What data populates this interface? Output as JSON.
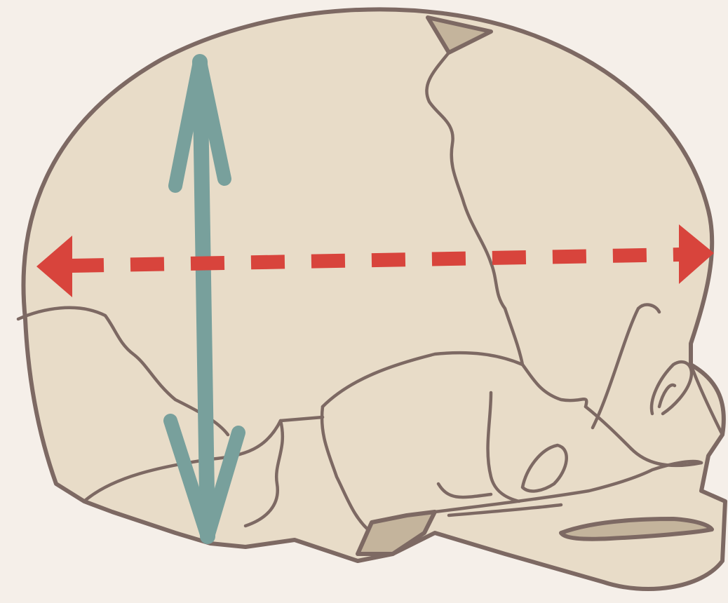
{
  "colors": {
    "background": "#f5efe9",
    "bone_fill": "#e8dcc8",
    "bone_outline": "#7d6963",
    "fontanelle": "#c4b49c",
    "vertical_arrow": "#78a09c",
    "horizontal_arrow": "#d8443c"
  },
  "arrows": {
    "vertical": {
      "style": "solid",
      "heads": "both"
    },
    "horizontal": {
      "style": "dashed",
      "heads": "both"
    }
  }
}
